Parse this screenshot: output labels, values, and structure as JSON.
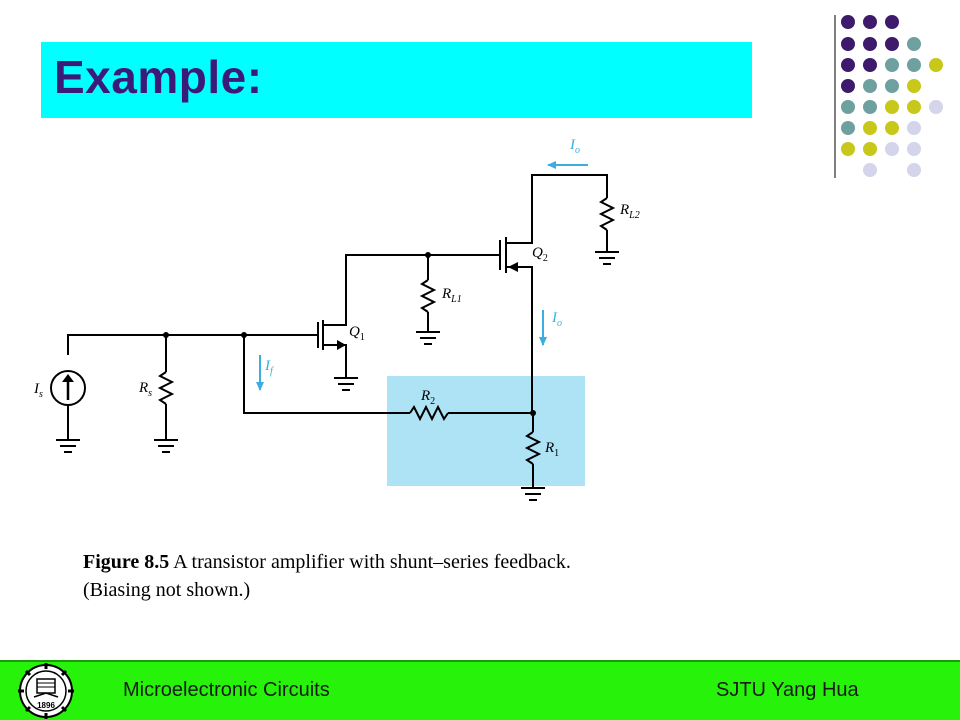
{
  "slide": {
    "title": "Example:",
    "caption_bold": "Figure 8.5",
    "caption_text": " A transistor amplifier with shunt–series feedback. (Biasing not shown.)"
  },
  "circuit": {
    "labels": {
      "is": "I",
      "is_sub": "s",
      "rs": "R",
      "rs_sub": "s",
      "if": "I",
      "if_sub": "f",
      "q1": "Q",
      "q1_sub": "1",
      "rl1": "R",
      "rl1_sub": "L1",
      "q2": "Q",
      "q2_sub": "2",
      "rl2": "R",
      "rl2_sub": "L2",
      "io_top": "I",
      "io_top_sub": "o",
      "io_mid": "I",
      "io_mid_sub": "o",
      "r2": "R",
      "r2_sub": "2",
      "r1": "R",
      "r1_sub": "1"
    },
    "colors": {
      "wire": "#000000",
      "arrow": "#3aaee0",
      "feedback_box": "#aee3f5"
    }
  },
  "footer": {
    "left_text": "Microelectronic Circuits",
    "right_text": "SJTU  Yang Hua",
    "logo_year": "1896"
  },
  "colors": {
    "title_bg": "#00ffff",
    "title_text": "#3c1a78",
    "footer_bg": "#27f20a",
    "dot_purple": "#3d1a6b",
    "dot_teal": "#6fa0a0",
    "dot_yellow": "#c8c81a",
    "dot_lavender": "#d4d4ea"
  }
}
